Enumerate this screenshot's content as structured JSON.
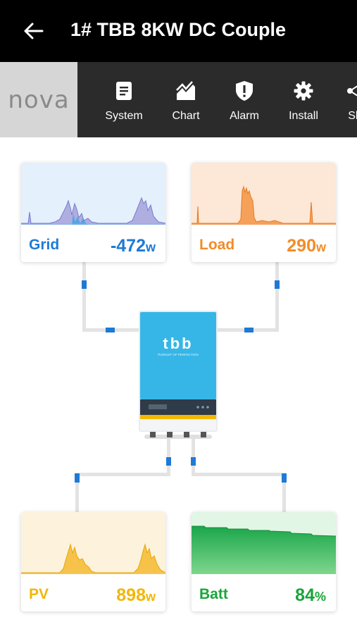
{
  "header": {
    "title": "1# TBB 8KW DC Couple",
    "back_icon": "arrow-left-icon"
  },
  "toolbar": {
    "brand": "nova",
    "items": [
      {
        "label": "System",
        "icon": "document-icon"
      },
      {
        "label": "Chart",
        "icon": "line-chart-icon"
      },
      {
        "label": "Alarm",
        "icon": "shield-alert-icon"
      },
      {
        "label": "Install",
        "icon": "gear-icon"
      },
      {
        "label": "Sh",
        "icon": "share-icon"
      }
    ]
  },
  "cards": {
    "grid": {
      "name": "Grid",
      "value": "-472",
      "unit": "w",
      "color": "#1e7ad6",
      "chart_bg": "#e4f0fb"
    },
    "load": {
      "name": "Load",
      "value": "290",
      "unit": "w",
      "color": "#f28c28",
      "chart_bg": "#fde7d6"
    },
    "pv": {
      "name": "PV",
      "value": "898",
      "unit": "w",
      "color": "#f2b705",
      "chart_bg": "#fdf2dc"
    },
    "batt": {
      "name": "Batt",
      "value": "84",
      "unit": "%",
      "color": "#19a53a",
      "chart_bg": "#e2f6e5"
    }
  },
  "inverter": {
    "logo": "tbb",
    "tagline": "PURSUIT OF PERFECTION",
    "body_color": "#36b6e6",
    "panel_color": "#2f3b48",
    "stripe_color": "#f5b800"
  }
}
